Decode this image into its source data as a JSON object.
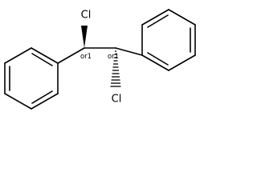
{
  "molecule": {
    "atoms": {
      "cl_top": "Cl",
      "cl_bottom": "Cl"
    },
    "stereo": {
      "left": "or1",
      "right": "or1"
    }
  }
}
